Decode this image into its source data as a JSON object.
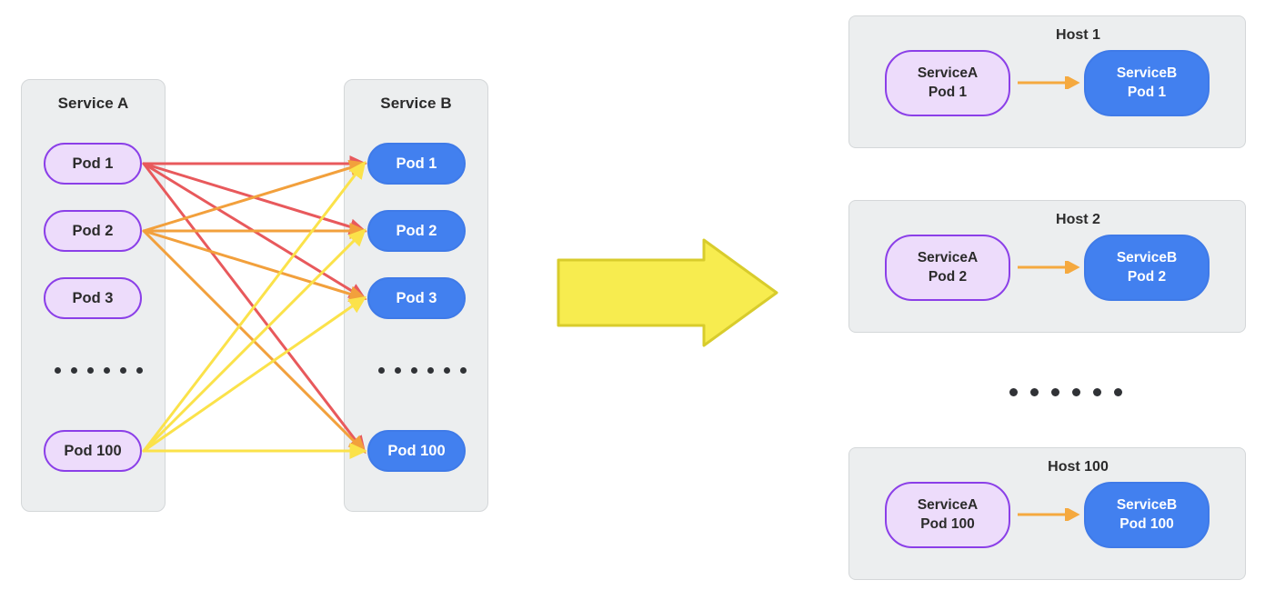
{
  "diagram": {
    "title": "Service mesh full-mesh traffic versus host-local pod pairing",
    "colors": {
      "panel_bg": "#eceeef",
      "panel_border": "#d4d7d9",
      "pod_a_fill": "#eddcfb",
      "pod_a_border": "#8b3fe8",
      "pod_b_fill": "#4280ef",
      "pod_b_border": "#3f7ae8",
      "edge_red": "#e8595c",
      "edge_orange": "#f2a03c",
      "edge_yellow": "#fbe24a",
      "big_arrow_fill": "#f7ec4f",
      "big_arrow_border": "#d8cc2c",
      "host_arrow": "#f5a93f",
      "text_dark": "#2b2b2b",
      "text_light": "#ffffff",
      "dot": "#303236"
    }
  },
  "left": {
    "service_a": {
      "title": "Service A",
      "pods": [
        {
          "label": "Pod 1"
        },
        {
          "label": "Pod 2"
        },
        {
          "label": "Pod 3"
        },
        {
          "label": "Pod 100"
        }
      ],
      "ellipsis_dots": 6
    },
    "service_b": {
      "title": "Service B",
      "pods": [
        {
          "label": "Pod 1"
        },
        {
          "label": "Pod 2"
        },
        {
          "label": "Pod 3"
        },
        {
          "label": "Pod 100"
        }
      ],
      "ellipsis_dots": 6
    },
    "mesh_edges": [
      {
        "from": "Service A Pod 1",
        "to": "Service B Pod 1",
        "color": "#e8595c"
      },
      {
        "from": "Service A Pod 1",
        "to": "Service B Pod 2",
        "color": "#e8595c"
      },
      {
        "from": "Service A Pod 1",
        "to": "Service B Pod 3",
        "color": "#e8595c"
      },
      {
        "from": "Service A Pod 1",
        "to": "Service B Pod 100",
        "color": "#e8595c"
      },
      {
        "from": "Service A Pod 2",
        "to": "Service B Pod 1",
        "color": "#f2a03c"
      },
      {
        "from": "Service A Pod 2",
        "to": "Service B Pod 2",
        "color": "#f2a03c"
      },
      {
        "from": "Service A Pod 2",
        "to": "Service B Pod 3",
        "color": "#f2a03c"
      },
      {
        "from": "Service A Pod 2",
        "to": "Service B Pod 100",
        "color": "#f2a03c"
      },
      {
        "from": "Service A Pod 100",
        "to": "Service B Pod 1",
        "color": "#fbe24a"
      },
      {
        "from": "Service A Pod 100",
        "to": "Service B Pod 2",
        "color": "#fbe24a"
      },
      {
        "from": "Service A Pod 100",
        "to": "Service B Pod 3",
        "color": "#fbe24a"
      },
      {
        "from": "Service A Pod 100",
        "to": "Service B Pod 100",
        "color": "#fbe24a"
      }
    ]
  },
  "transform_arrow": {
    "direction": "right",
    "label": ""
  },
  "right": {
    "hosts": [
      {
        "title": "Host 1",
        "source_pod": {
          "service": "ServiceA",
          "pod": "Pod 1"
        },
        "target_pod": {
          "service": "ServiceB",
          "pod": "Pod 1"
        }
      },
      {
        "title": "Host 2",
        "source_pod": {
          "service": "ServiceA",
          "pod": "Pod 2"
        },
        "target_pod": {
          "service": "ServiceB",
          "pod": "Pod 2"
        }
      },
      {
        "title": "Host 100",
        "source_pod": {
          "service": "ServiceA",
          "pod": "Pod 100"
        },
        "target_pod": {
          "service": "ServiceB",
          "pod": "Pod 100"
        }
      }
    ],
    "ellipsis_dots": 6
  }
}
